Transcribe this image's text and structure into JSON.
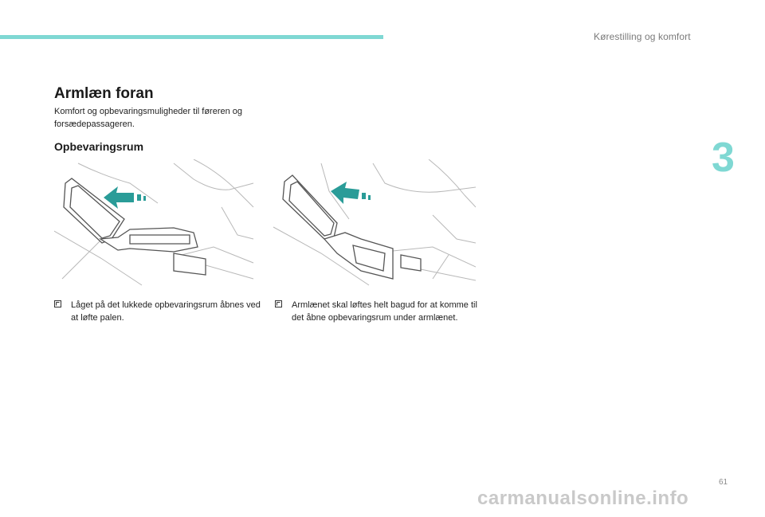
{
  "header": {
    "chapter_title": "Kørestilling og komfort",
    "chapter_number": "3"
  },
  "section": {
    "title": "Armlæn foran",
    "intro": "Komfort og opbevaringsmuligheder til føreren og forsædepassageren.",
    "subsection_title": "Opbevaringsrum"
  },
  "figures": [
    {
      "icon": "armrest-lid-open-illustration",
      "caption": "Låget på det lukkede opbevaringsrum åbnes ved at løfte palen."
    },
    {
      "icon": "armrest-raised-illustration",
      "caption": "Armlænet skal løftes helt bagud for at komme til det åbne opbevaringsrum under armlænet."
    }
  ],
  "colors": {
    "accent": "#7fd8d3",
    "arrow": "#2a9c98",
    "line": "#555555",
    "light_line": "#b8b8b8"
  },
  "footer": {
    "page_number": "61",
    "watermark": "carmanualsonline.info"
  }
}
